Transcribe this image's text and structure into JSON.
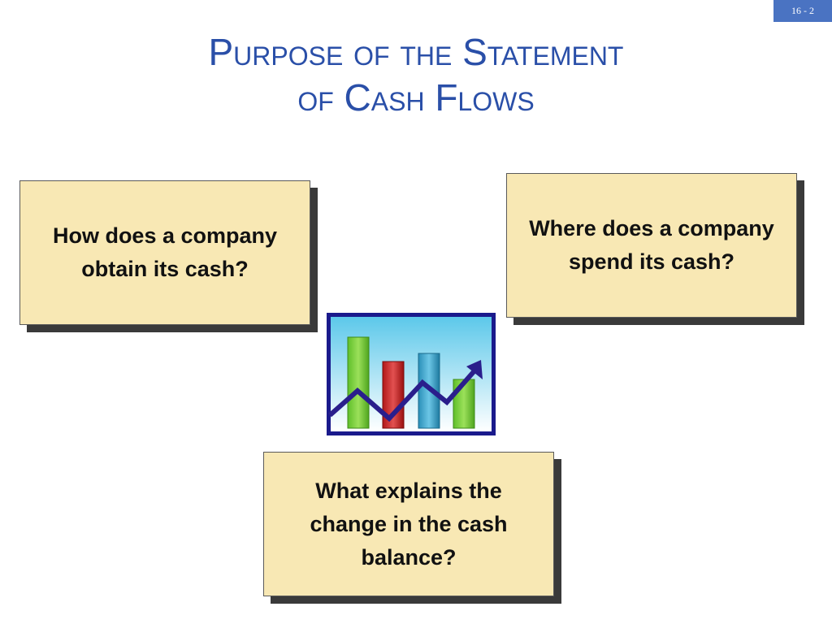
{
  "slide_number": "16 - 2",
  "title": {
    "line1": "Purpose of the Statement",
    "line2": "of Cash Flows"
  },
  "cards": {
    "obtain": "How does a company obtain its cash?",
    "spend": "Where does a company spend its cash?",
    "change": "What explains the change in the cash balance?"
  },
  "icon": "bar-chart-with-rising-arrow-icon",
  "colors": {
    "title": "#2a4fa8",
    "card_fill": "#f8e8b4",
    "card_shadow": "#3a3a3a",
    "badge": "#4a73c2"
  }
}
